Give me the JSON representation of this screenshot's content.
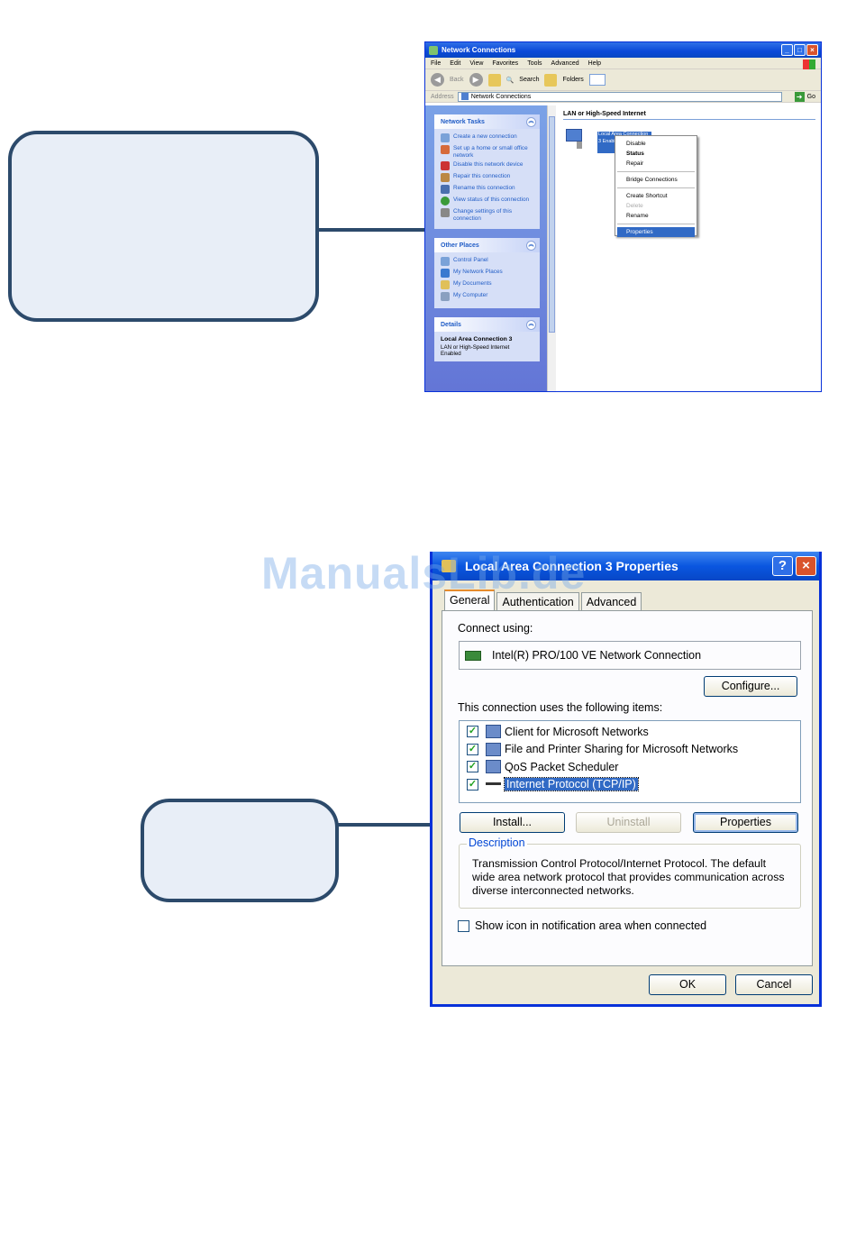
{
  "network_connections_window": {
    "title": "Network Connections",
    "menu": [
      "File",
      "Edit",
      "View",
      "Favorites",
      "Tools",
      "Advanced",
      "Help"
    ],
    "toolbar": {
      "back": "Back",
      "search": "Search",
      "folders": "Folders"
    },
    "address": {
      "label": "Address",
      "value": "Network Connections",
      "go": "Go"
    },
    "network_tasks": {
      "header": "Network Tasks",
      "items": [
        "Create a new connection",
        "Set up a home or small office network",
        "Disable this network device",
        "Repair this connection",
        "Rename this connection",
        "View status of this connection",
        "Change settings of this connection"
      ]
    },
    "other_places": {
      "header": "Other Places",
      "items": [
        "Control Panel",
        "My Network Places",
        "My Documents",
        "My Computer"
      ]
    },
    "details": {
      "header": "Details",
      "title": "Local Area Connection 3",
      "subtitle": "LAN or High-Speed Internet",
      "status": "Enabled"
    },
    "group_title": "LAN or High-Speed Internet",
    "selected_connection_label": "Local Area Connection 3 Enabled Intel(R)",
    "context_menu": {
      "items": [
        "Disable",
        "Status",
        "Repair",
        "Bridge Connections",
        "Create Shortcut",
        "Delete",
        "Rename",
        "Properties"
      ]
    }
  },
  "properties_dialog": {
    "title": "Local Area Connection 3 Properties",
    "help_button": "?",
    "close_button": "×",
    "tabs": [
      "General",
      "Authentication",
      "Advanced"
    ],
    "connect_using_label": "Connect using:",
    "adapter": "Intel(R) PRO/100 VE Network Connection",
    "configure_button": "Configure...",
    "items_label": "This connection uses the following items:",
    "items": [
      {
        "label": "Client for Microsoft Networks",
        "checked": true
      },
      {
        "label": "File and Printer Sharing for Microsoft Networks",
        "checked": true
      },
      {
        "label": "QoS Packet Scheduler",
        "checked": true
      },
      {
        "label": "Internet Protocol (TCP/IP)",
        "checked": true
      }
    ],
    "install_button": "Install...",
    "uninstall_button": "Uninstall",
    "properties_button": "Properties",
    "description_title": "Description",
    "description_text": "Transmission Control Protocol/Internet Protocol. The default wide area network protocol that provides communication across diverse interconnected networks.",
    "show_icon_label": "Show icon in notification area when connected",
    "show_icon_checked": false,
    "ok_button": "OK",
    "cancel_button": "Cancel"
  },
  "watermark": "ManualsLib.de",
  "colors": {
    "callout_border": "#2c4a6b",
    "callout_fill": "#e8eef7",
    "xp_blue": "#0a48d8",
    "selection": "#316ac5"
  }
}
